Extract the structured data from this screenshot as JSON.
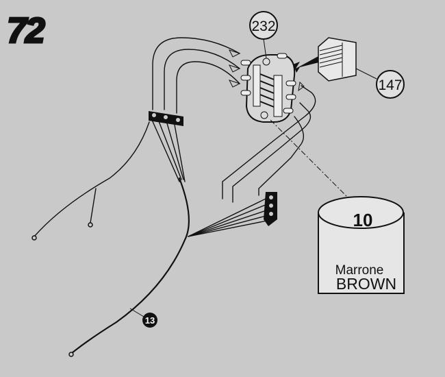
{
  "figure": {
    "page_number": "72",
    "callouts": {
      "connector_block": "232",
      "fuse_cover": "147",
      "harness": "13",
      "wire_color_code": "10"
    },
    "wire_color": {
      "italian": "Marrone",
      "english": "BROWN"
    }
  }
}
